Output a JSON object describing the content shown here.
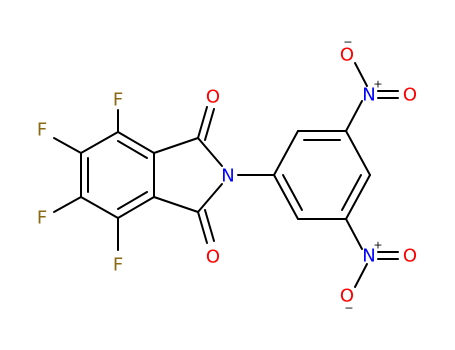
{
  "molecule": {
    "atoms": {
      "F1": "F",
      "F2": "F",
      "F3": "F",
      "F4": "F",
      "O1": "O",
      "O2": "O",
      "N_imide": "N",
      "N_nitro1": "N",
      "O_nitro1_top": "O",
      "O_nitro1_right": "O",
      "N_nitro2": "N",
      "O_nitro2_right": "O",
      "O_nitro2_bottom": "O"
    },
    "charges": {
      "N_nitro1": "+",
      "O_nitro1_top": "−",
      "N_nitro2": "+",
      "O_nitro2_bottom": "−"
    },
    "colors": {
      "F": "#8b6914",
      "O": "#ff0000",
      "N": "#0000ff",
      "bond": "#000000"
    }
  }
}
